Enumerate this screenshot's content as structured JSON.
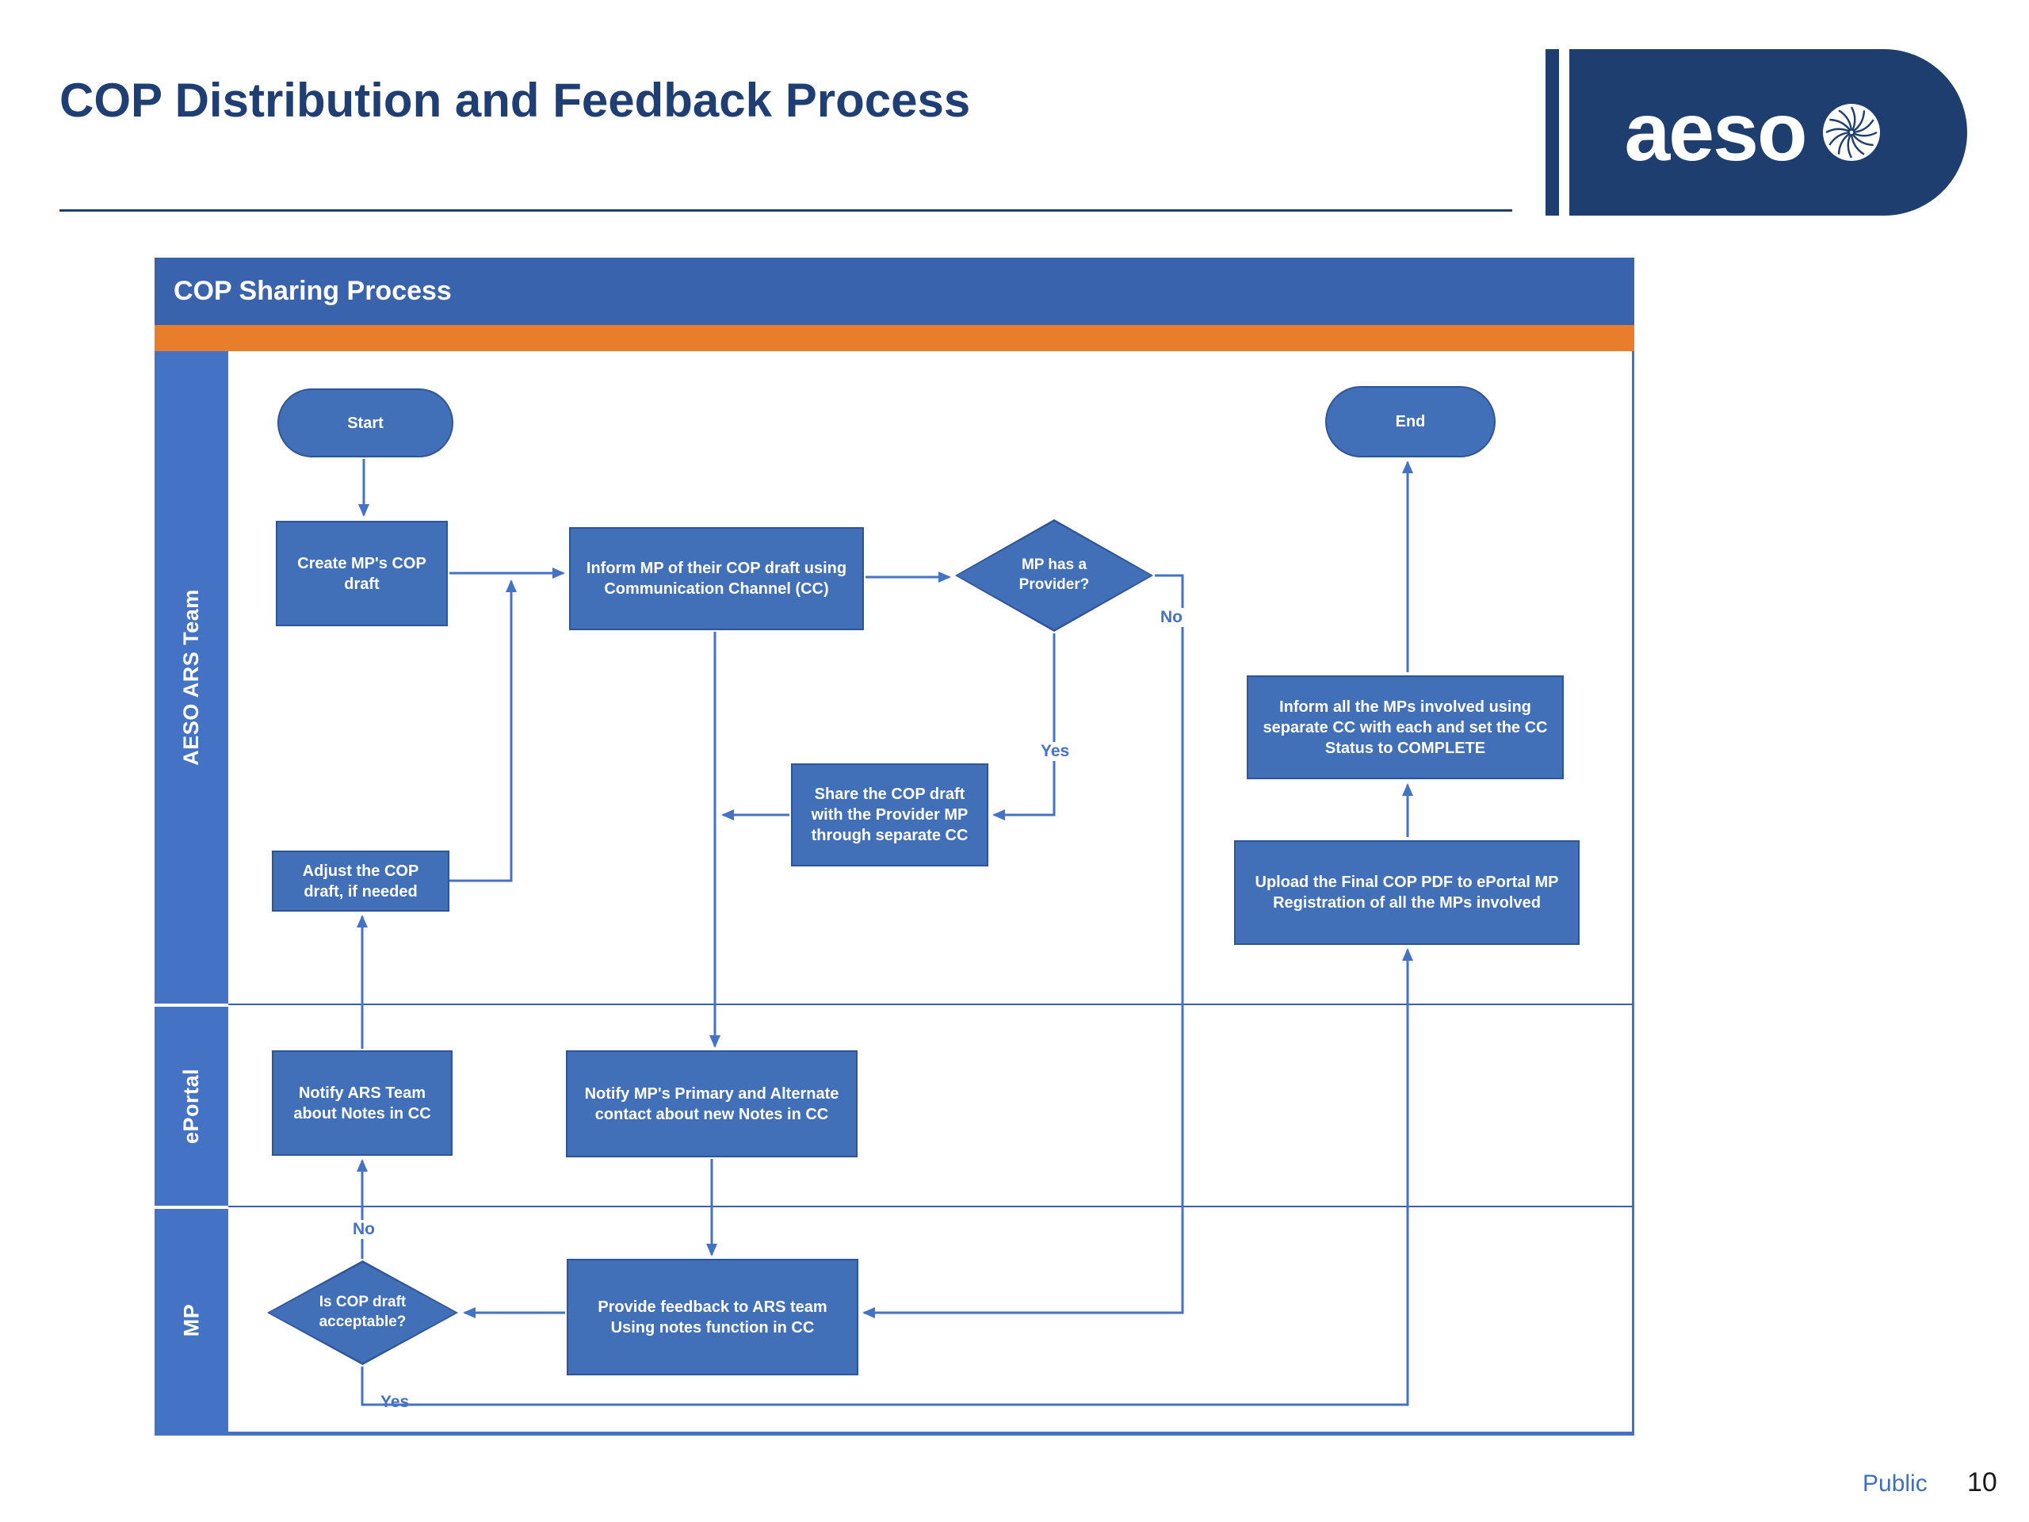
{
  "page": {
    "title": "COP Distribution and Feedback Process",
    "logo_text": "aeso",
    "footer": {
      "classification": "Public",
      "page_number": "10"
    }
  },
  "chart": {
    "title": "COP Sharing Process",
    "lanes": [
      {
        "label": "AESO ARS Team"
      },
      {
        "label": "ePortal"
      },
      {
        "label": "MP"
      }
    ],
    "nodes": {
      "start": "Start",
      "create_draft": "Create MP's COP draft",
      "inform_mp": "Inform MP of their COP draft using Communication Channel (CC)",
      "mp_has_provider": "MP has a Provider?",
      "share_draft": "Share the COP draft with the Provider MP through separate CC",
      "adjust_draft": "Adjust the COP draft, if needed",
      "notify_ars": "Notify ARS Team about Notes in CC",
      "notify_mp_contacts": "Notify MP's Primary and Alternate contact about new Notes in CC",
      "cop_acceptable": "Is COP draft acceptable?",
      "provide_feedback": "Provide feedback to ARS team Using notes function in CC",
      "inform_all_mps": "Inform all the MPs involved using separate CC with each and set the CC Status to COMPLETE",
      "upload_final": "Upload the Final COP PDF to ePortal MP Registration of all the MPs involved",
      "end": "End"
    },
    "edge_labels": {
      "provider_no": "No",
      "provider_yes": "Yes",
      "acceptable_no": "No",
      "acceptable_yes": "Yes"
    },
    "colors": {
      "title_navy": "#1f3e74",
      "logo_navy": "#1d3e6e",
      "header_blue": "#3a63ae",
      "accent_orange": "#e87d2c",
      "lane_blue": "#4472c4",
      "node_fill": "#4270b8",
      "node_border": "#2f5597",
      "connector_blue": "#4472c4",
      "footer_public_blue": "#3f6fbe"
    }
  }
}
